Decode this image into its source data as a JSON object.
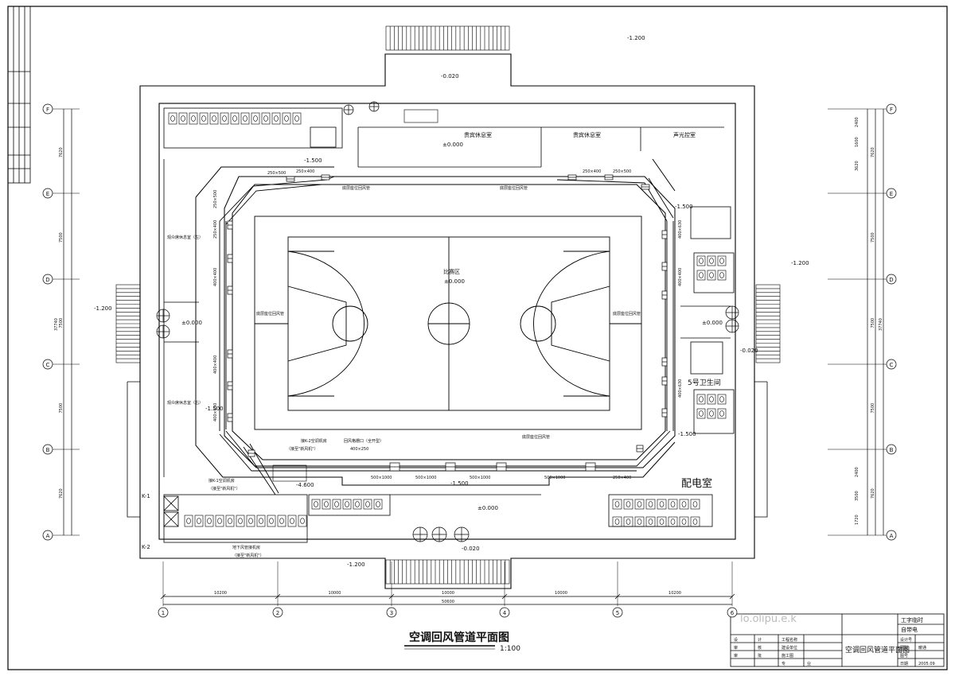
{
  "drawing": {
    "title": "空调回风管道平面图",
    "scale": "1:100",
    "titleblock_name": "空调回风管道平面图",
    "titleblock_note1": "工字临时",
    "titleblock_note2": "自带电",
    "titleblock_labels": [
      "设",
      "计",
      "审",
      "核",
      "审",
      "批",
      "工程名称",
      "建设单位",
      "施工图",
      "专",
      "业"
    ],
    "titleblock_right": [
      "设计号",
      "图别",
      "图号",
      "日期"
    ],
    "titleblock_right_values": [
      "",
      "暖通",
      "",
      "2005.09"
    ],
    "watermark": "lo.olipu.e.k"
  },
  "court": {
    "name": "比赛区",
    "level": "±0.000"
  },
  "rooms": {
    "r1": "贵宾休息室",
    "r2": "贵宾休息室",
    "r3": "声光控室",
    "r4": "5号卫生间",
    "r5": "配电室",
    "corridor_left_top": "观众席休息室（左）",
    "corridor_left_bottom": "观众席休息室（右）"
  },
  "levels": {
    "top_outside": "-1.200",
    "top_entry": "-0.020",
    "left_outside": "-1.200",
    "right_outside": "-1.200",
    "bottom_outside": "-1.200",
    "bottom_entry": "-0.020",
    "right_entry": "-0.020",
    "upper_hall": "±0.000",
    "left_hall": "±0.000",
    "right_hall": "±0.000",
    "bottom_hall": "±0.000",
    "stand_top": "-1.500",
    "stand_right": "-1.500",
    "stand_left": "-1.500",
    "stand_bottom": "-1.500",
    "stand_br": "-1.500",
    "pit": "-4.600"
  },
  "annotations": {
    "a1": "底层座位回风管",
    "a2": "底层座位回风管",
    "a3": "底层座位回风管",
    "a4": "底层座位回风管",
    "a5": "底层座位回风管",
    "a6": "接K-2空调机房",
    "a6b": "（接至\"新风机\"）",
    "a7": "接K-1空调机房",
    "a7b": "（接至\"新风机\"）",
    "a8": "地下风管接机房",
    "a8b": "（接至\"新风机\"）",
    "a9": "回风格栅口（全开型）",
    "a9b": "400×250",
    "k1": "K-1",
    "k2": "K-2"
  },
  "ducts": {
    "d_top_l": "250×500",
    "d_top_l2": "250×400",
    "d_top_r": "250×400",
    "d_top_r2": "250×500",
    "d_left_1": "250×500",
    "d_left_2": "250×400",
    "d_left_3": "400×400",
    "d_left_4": "400×400",
    "d_left_5": "400×630",
    "d_right_1": "400×630",
    "d_right_2": "400×400",
    "d_right_3": "400×630",
    "d_bot_1": "500×1000",
    "d_bot_2": "500×1000",
    "d_bot_3": "500×1000",
    "d_bot_4": "500×1000",
    "d_bot_5": "250×400"
  },
  "grid": {
    "cols": [
      "1",
      "2",
      "3",
      "4",
      "5",
      "6"
    ],
    "rows": [
      "F",
      "E",
      "D",
      "C",
      "B",
      "A"
    ],
    "col_dims": [
      "10200",
      "10000",
      "10000",
      "10000",
      "10200"
    ],
    "col_total": "50600",
    "row_dims_left": [
      "7620",
      "7500",
      "7500",
      "7500",
      "7620"
    ],
    "row_total_left": "37740",
    "row_dims_right_outer": [
      "7620",
      "7500",
      "7500",
      "7500",
      "7620"
    ],
    "row_total_right": "37740",
    "right_inner_dims": [
      "2400",
      "1600",
      "3620",
      "2400",
      "3500",
      "1720"
    ]
  }
}
